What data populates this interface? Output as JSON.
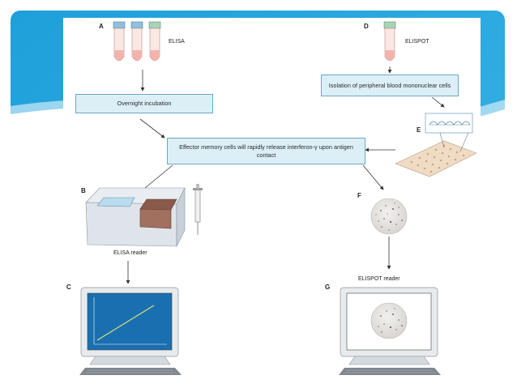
{
  "colors": {
    "slide_blue": "#2aa7dc",
    "box_fill": "#dceff7",
    "box_border": "#6aa7c3",
    "monitor_screen": "#1a6fb0",
    "plot_line": "#d9e07a"
  },
  "panels": {
    "a": {
      "letter": "A",
      "label": "ELISA"
    },
    "b": {
      "letter": "B",
      "label": "ELISA reader"
    },
    "c": {
      "letter": "C"
    },
    "d": {
      "letter": "D",
      "label": "ELISPOT"
    },
    "e": {
      "letter": "E"
    },
    "f": {
      "letter": "F",
      "label": "ELISPOT reader"
    },
    "g": {
      "letter": "G"
    }
  },
  "boxes": {
    "incubation": "Overnight incubation",
    "isolation": "Isolation of peripheral blood mononuclear cells",
    "effector": "Effector memory cells will rapidly release interferon-γ upon antigen contact"
  }
}
